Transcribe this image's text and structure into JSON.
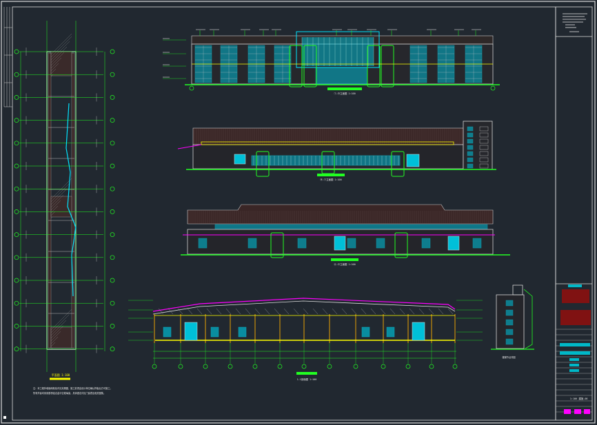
{
  "app": {
    "title": "CAD Drawing - Factory Elevations",
    "background": "#212830"
  },
  "colors": {
    "frame": "#ffffff",
    "grid": "#22ff22",
    "cyan": "#00e5ff",
    "yellow": "#ffff00",
    "magenta": "#ff00ff",
    "red": "#ff3030",
    "brown": "#3a2626",
    "dim": "#c8c8c8"
  },
  "views": {
    "elev_north_caption": "①-⑲立面图 1:100",
    "elev_south_caption": "⑲-①立面图 1:100",
    "elev_east_caption": "Ⓐ-Ⓗ立面图 1:100",
    "section_caption": "1-1剖面图 1:100",
    "detail_caption": "楼梯节点详图",
    "plan_caption": "平面图 1:100",
    "plan_note_1": "注：本工程外墙面砖颜色详见效果图，施工前须由设计单位确认样板后方可施工。",
    "plan_note_2": "所有外窗均采用断桥铝合金中空玻璃窗，具体做法详见门窗表及相关图集。"
  },
  "title_block": {
    "project_rows": [
      "",
      "",
      "",
      ""
    ],
    "drawing_no": "建施-08",
    "scale": "1:100",
    "stamp_color": "#8b1010"
  },
  "icons": {
    "corner_marker": "square-marker-icon",
    "grid_bubble": "grid-axis-bubble-icon"
  }
}
